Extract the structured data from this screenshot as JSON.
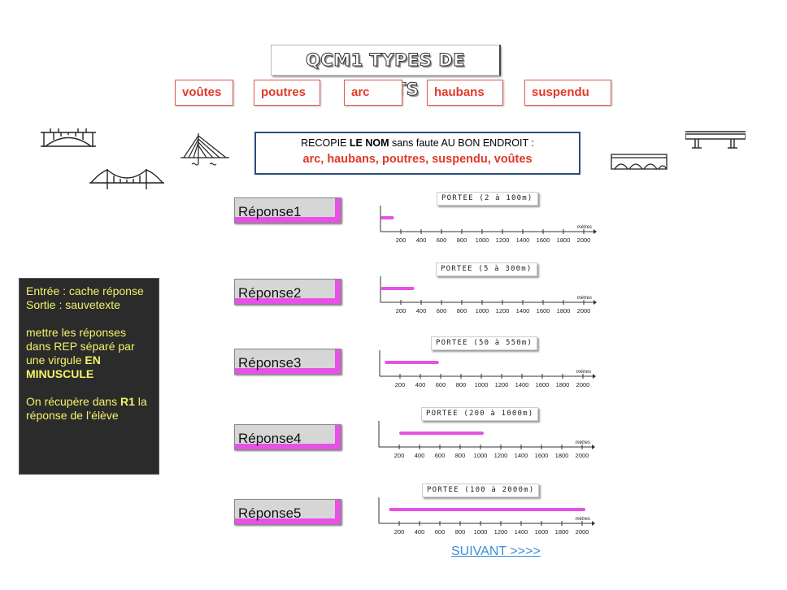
{
  "title": "QCM1 TYPES DE PONTS",
  "chips": [
    "voûtes",
    "poutres",
    "arc",
    "haubans",
    "suspendu"
  ],
  "instruction": {
    "prefix": "RECOPIE ",
    "bold": "LE NOM",
    "suffix": " sans faute AU BON ENDROIT :",
    "list": "arc, haubans, poutres, suspendu, voûtes"
  },
  "note": {
    "line1": "Entrée : cache réponse",
    "line2": "Sortie : sauvetexte",
    "line3_pre": "mettre les réponses dans REP séparé par une virgule ",
    "line3_bold": "EN MINUSCULE",
    "line4_pre": "On récupère dans ",
    "line4_bold": "R1",
    "line4_post": " la réponse de l’élève"
  },
  "responses": [
    "Réponse1",
    "Réponse2",
    "Réponse3",
    "Réponse4",
    "Réponse5"
  ],
  "scale": {
    "unit": "mètres",
    "ticks": [
      "200",
      "400",
      "600",
      "800",
      "1000",
      "1200",
      "1400",
      "1600",
      "1800",
      "2000"
    ]
  },
  "ranges": [
    {
      "label": "PORTEE (2 à 100m)",
      "min": 2,
      "max": 100
    },
    {
      "label": "PORTEE (5 à 300m)",
      "min": 5,
      "max": 300
    },
    {
      "label": "PORTEE (50 à 550m)",
      "min": 50,
      "max": 550
    },
    {
      "label": "PORTEE (200 à 1000m)",
      "min": 200,
      "max": 1000
    },
    {
      "label": "PORTEE (100 à 2000m)",
      "min": 100,
      "max": 2000
    }
  ],
  "bar_color": "#e651e6",
  "next_link": "SUIVANT >>>>",
  "icons": [
    "arch-truss-bridge-icon",
    "suspension-bridge-icon",
    "cable-stayed-bridge-icon",
    "stone-arch-bridge-icon",
    "beam-bridge-icon"
  ]
}
